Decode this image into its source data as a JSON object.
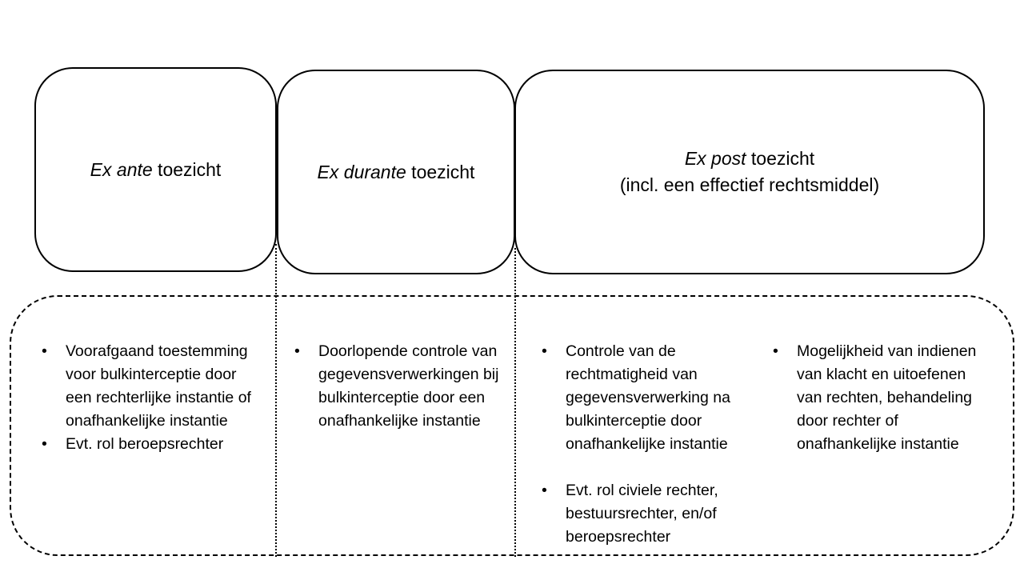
{
  "boxes": {
    "ex_ante": {
      "italic": "Ex ante",
      "rest": " toezicht"
    },
    "ex_durante": {
      "italic": "Ex durante",
      "rest": " toezicht"
    },
    "ex_post": {
      "italic": "Ex post",
      "rest": " toezicht",
      "line2": "(incl. een effectief rechtsmiddel)"
    }
  },
  "columns": {
    "ante": [
      "Voorafgaand toestemming voor bulkinterceptie door een rechterlijke instantie of onafhankelijke instantie",
      "Evt. rol beroepsrechter"
    ],
    "durante": [
      "Doorlopende controle van gegevensverwerkingen bij bulkinterceptie door een onafhankelijke instantie"
    ],
    "post_left": [
      "Controle van de rechtmatigheid van gegevensverwerking na bulkinterceptie door onafhankelijke instantie",
      "Evt. rol civiele rechter, bestuursrechter, en/of beroepsrechter"
    ],
    "post_right": [
      "Mogelijkheid van indienen van klacht en uitoefenen van rechten, behandeling door rechter of onafhankelijke instantie"
    ]
  }
}
